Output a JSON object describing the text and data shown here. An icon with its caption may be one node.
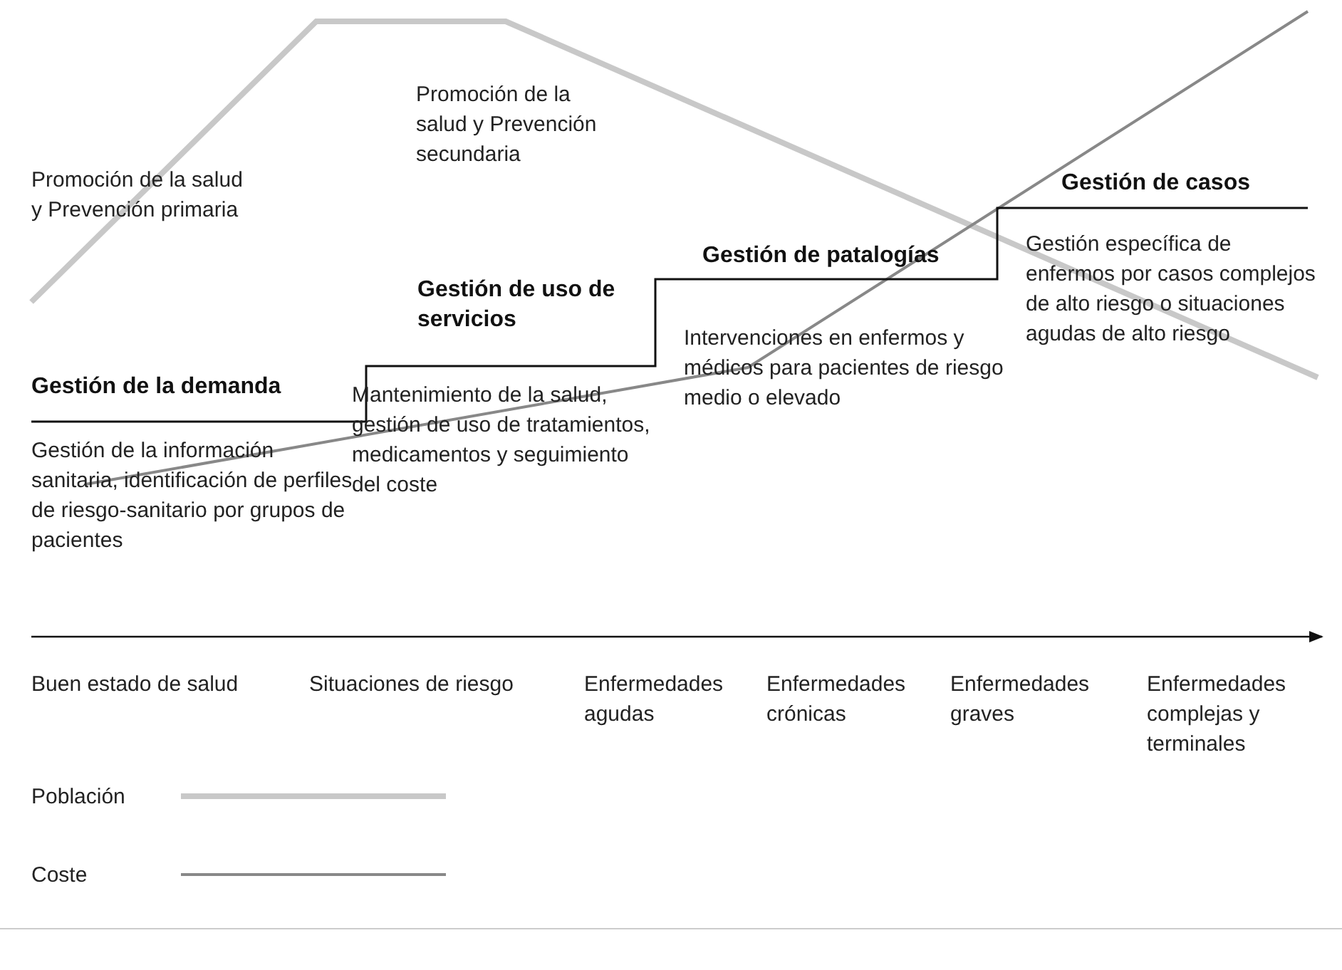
{
  "diagram": {
    "labels": [
      "Promoción de la salud y Prevención secundaria",
      "Promoción de la salud y Prevención primaria",
      "Gestión de casos",
      "Gestión de uso de servicios",
      "Gestión de patalogías",
      "Gestión específica de enfermos por casos complejos de alto riesgo o situaciones agudas de alto riesgo",
      "Intervenciones en enfermos y médicos para pacientes de riesgo medio o elevado",
      "Gestión de la demanda",
      "Mantenimiento de la salud, gestión de uso de tratamientos, medicamentos y seguimiento del coste",
      "Gestión de la información sanitaria, identificación de perfiles de riesgo-sanitario por grupos de pacientes",
      "Buen estado de salud",
      "Situaciones de riesgo",
      "Enfermedades agudas",
      "Enfermedades crónicas",
      "Enfermedades graves",
      "Enfermedades complejas y terminales"
    ],
    "legend": [
      {
        "text": "Población"
      },
      {
        "text": "Coste"
      }
    ]
  }
}
